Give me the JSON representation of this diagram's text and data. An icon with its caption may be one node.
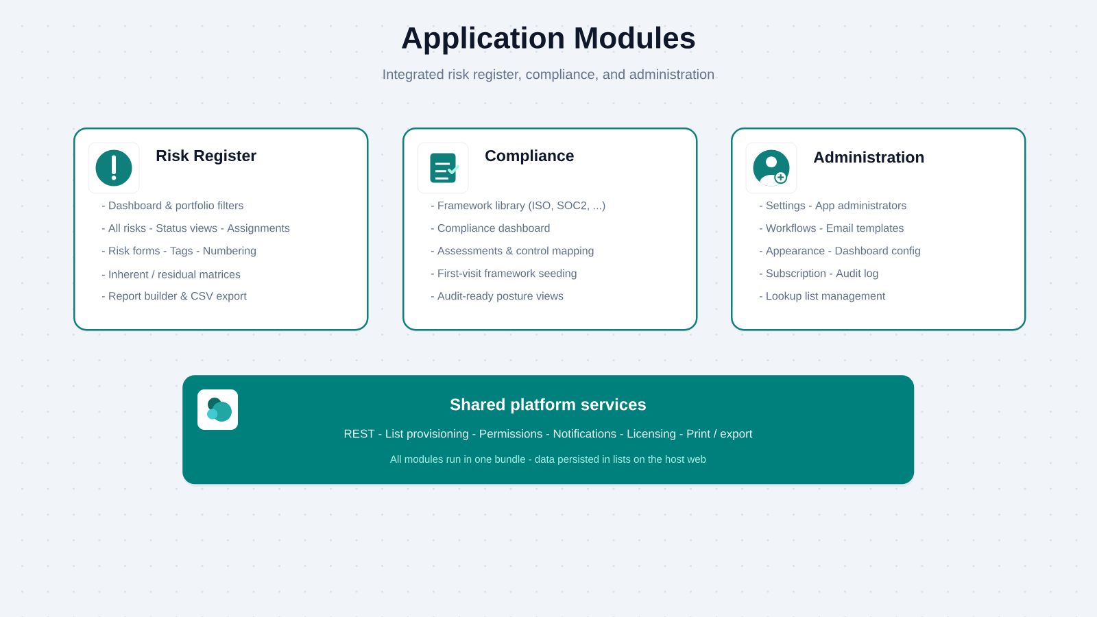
{
  "diagram": {
    "title": "Application Modules",
    "nodes": [
      {
        "text": [
          "Risk Register",
          "- Dashboard & portfolio filters",
          "- All risks - Status views - Assignments",
          "- Risk forms - Tags - Numbering",
          "- Inherent / residual matrices",
          "- Report builder & CSV export"
        ]
      },
      {
        "text": [
          "Compliance",
          "- Framework library (ISO, SOC2, ...)",
          "- Compliance dashboard",
          "- Assessments & control mapping",
          "- First-visit framework seeding",
          "- Audit-ready posture views"
        ]
      },
      {
        "text": [
          "Administration",
          "- Settings - App administrators",
          "- Workflows - Email templates",
          "- Appearance - Dashboard config",
          "- Subscription - Audit log",
          "- Lookup list management"
        ]
      },
      {
        "text": [
          "Shared platform services",
          "REST - List provisioning - Permissions - Notifications - Licensing - Print / export",
          "All modules run in one bundle - data persisted in lists on the host web"
        ]
      }
    ],
    "labels": [
      "Integrated risk register, compliance, and administration"
    ]
  }
}
